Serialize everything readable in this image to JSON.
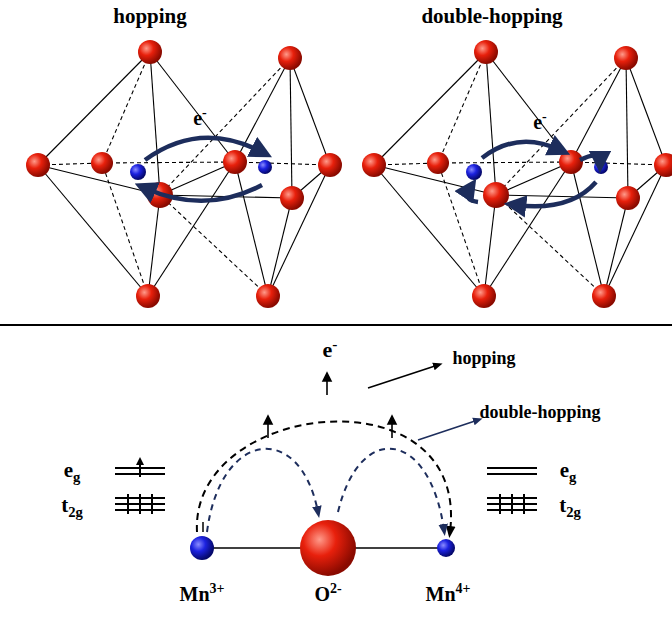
{
  "diagram": {
    "labels": [
      "hopping",
      "double-hopping",
      "e-",
      "e-",
      "e-",
      "hopping",
      "double-hopping",
      "eg",
      "t2g",
      "eg",
      "t2g",
      "Mn3+",
      "O2-",
      "Mn4+"
    ]
  }
}
